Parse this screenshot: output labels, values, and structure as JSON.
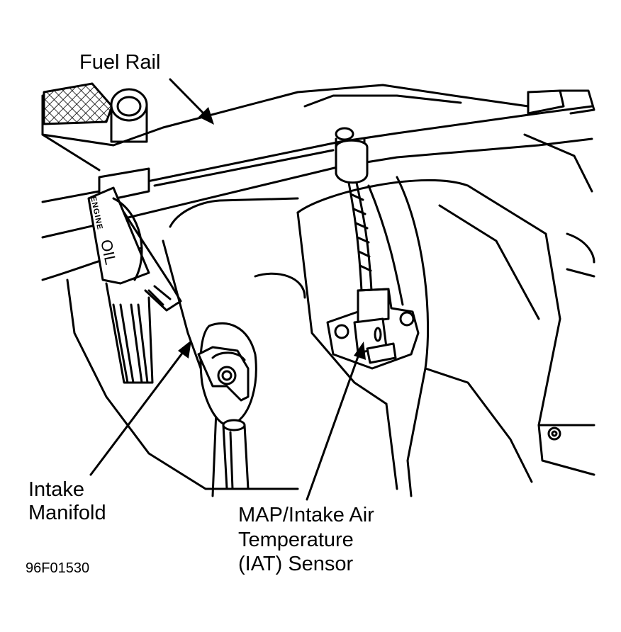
{
  "figure_id": "96F01530",
  "labels": {
    "fuel_rail": "Fuel Rail",
    "intake_manifold": [
      "Intake",
      "Manifold"
    ],
    "map_iat_sensor": [
      "MAP/Intake Air",
      "Temperature",
      "(IAT) Sensor"
    ]
  },
  "dipstick_text": {
    "top": "ENGINE",
    "bottom": "OIL"
  },
  "colors": {
    "ink": "#000000",
    "paper": "#ffffff",
    "hatch": "#000000"
  }
}
